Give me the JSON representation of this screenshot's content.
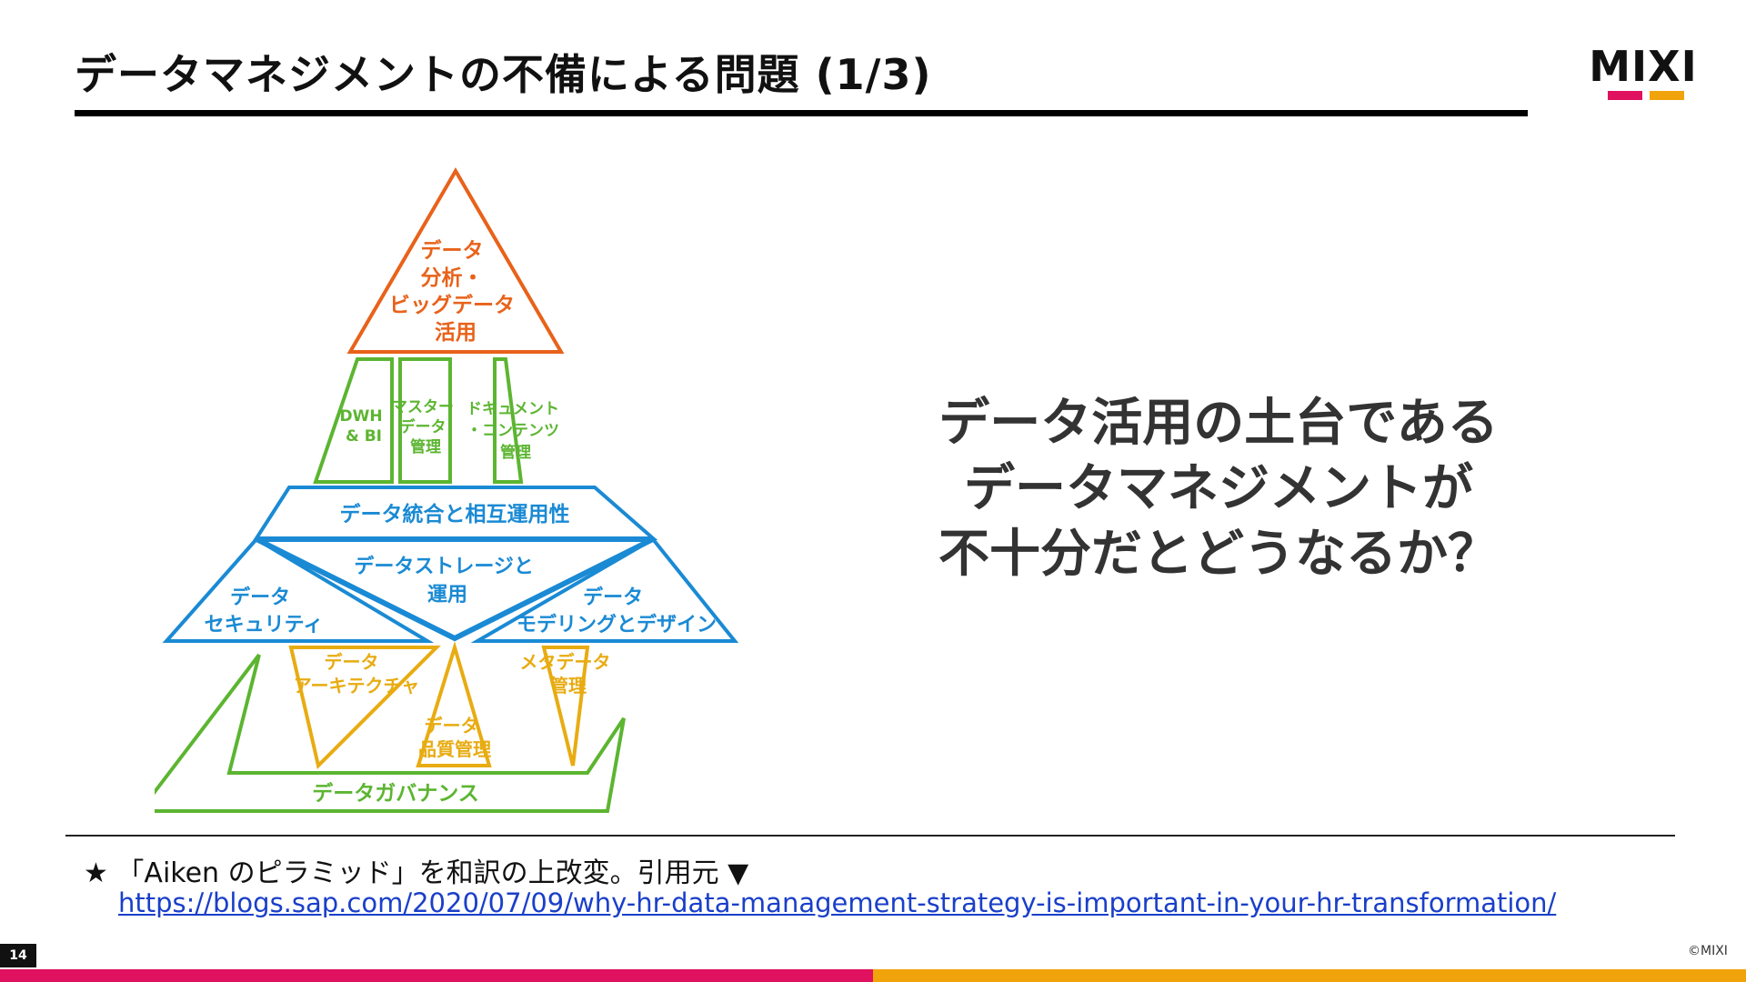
{
  "slide": {
    "title": "データマネジメントの不備による問題 (1/3)",
    "page_number": "14",
    "copyright": "©MIXI"
  },
  "logo": {
    "text": "MIXI"
  },
  "colors": {
    "orange": "#e8621a",
    "green": "#5cb531",
    "blue": "#1a8ad4",
    "yellow": "#e8ac12",
    "pink_bar": "#e0115f",
    "amber_bar": "#f0a30a",
    "main_text": "#333333",
    "link": "#1a3fc9"
  },
  "pyramid": {
    "top": [
      "データ",
      "分析・",
      "ビッグデータ",
      "活用"
    ],
    "pillar1": [
      "DWH",
      "& BI"
    ],
    "pillar2": [
      "マスター",
      "データ",
      "管理"
    ],
    "pillar3": [
      "ドキュメント",
      "・コンテンツ",
      "管理"
    ],
    "integration": "データ統合と相互運用性",
    "storage": [
      "データストレージと",
      "運用"
    ],
    "security": [
      "データ",
      "セキュリティ"
    ],
    "modeling": [
      "データ",
      "モデリングとデザイン"
    ],
    "architecture": [
      "データ",
      "アーキテクチャ"
    ],
    "quality": [
      "データ",
      "品質管理"
    ],
    "metadata": [
      "メタデータ",
      "管理"
    ],
    "governance": "データガバナンス"
  },
  "main_message": {
    "lines": [
      "データ活用の土台である",
      "データマネジメントが",
      "不十分だとどうなるか？"
    ]
  },
  "citation": {
    "note": "★ 「Aiken のピラミッド」を和訳の上改変。引用元 ▼",
    "url": "https://blogs.sap.com/2020/07/09/why-hr-data-management-strategy-is-important-in-your-hr-transformation/"
  }
}
